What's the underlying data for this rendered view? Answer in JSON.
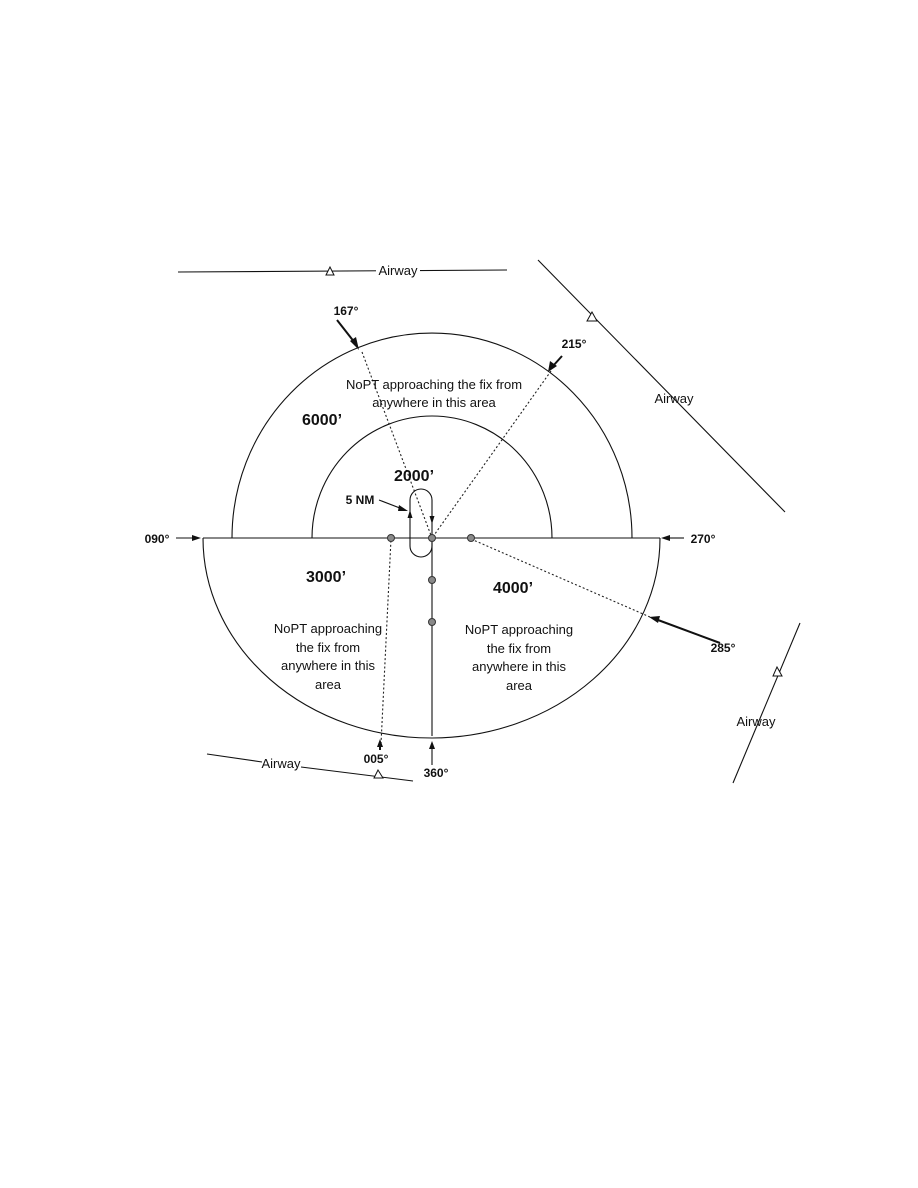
{
  "labels": {
    "airway": "Airway",
    "nopt_top_line1": "NoPT approaching the fix from",
    "nopt_top_line2": "anywhere in this area",
    "nopt_q_line1": "NoPT approaching",
    "nopt_q_line2": "the fix from",
    "nopt_q_line3": "anywhere in this",
    "nopt_q_line4": "area",
    "distance": "5 NM"
  },
  "altitudes": {
    "outer_upper": "6000’",
    "inner_upper": "2000’",
    "lower_left": "3000’",
    "lower_right": "4000’"
  },
  "bearings": {
    "b167": "167°",
    "b215": "215°",
    "b090": "090°",
    "b270": "270°",
    "b285": "285°",
    "b005": "005°",
    "b360": "360°"
  }
}
